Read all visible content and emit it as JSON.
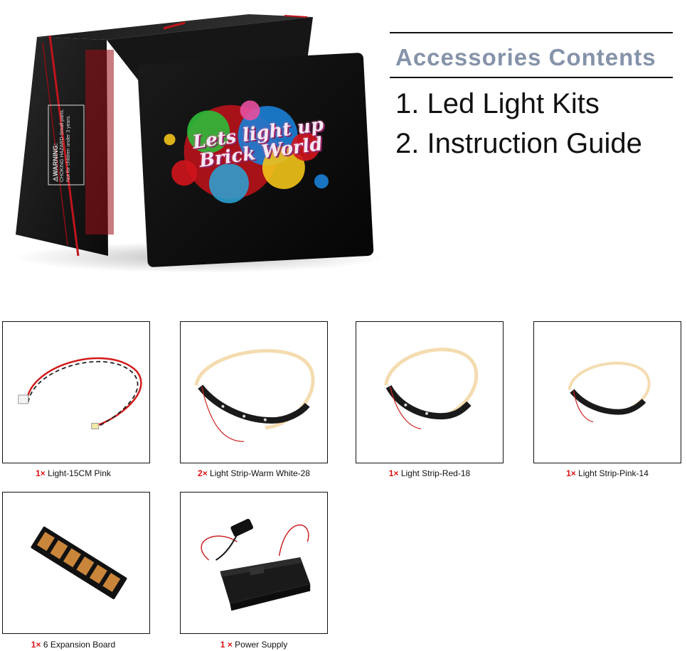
{
  "card": {
    "slogan_line1": "Lets light up",
    "slogan_line2": "Brick World"
  },
  "box": {
    "warning_label": "⚠WARNING:",
    "warning_text": "CHOKING HAZARD-Small parts. Not for children under 3 years."
  },
  "header": {
    "title": "Accessories Contents",
    "items": [
      "1. Led Light Kits",
      "2. Instruction Guide"
    ]
  },
  "products": [
    {
      "qty": "1×",
      "label": "Light-15CM Pink"
    },
    {
      "qty": "2×",
      "label": "Light Strip-Warm White-28"
    },
    {
      "qty": "1×",
      "label": "Light Strip-Red-18"
    },
    {
      "qty": "1×",
      "label": "Light Strip-Pink-14"
    },
    {
      "qty": "1×",
      "label": "6 Expansion Board"
    },
    {
      "qty": "1 ×",
      "label": "Power Supply"
    }
  ],
  "colors": {
    "title_gray_blue": "#8593a9",
    "qty_red": "#dd1111",
    "box_black": "#141414",
    "box_red": "#c0141c"
  }
}
